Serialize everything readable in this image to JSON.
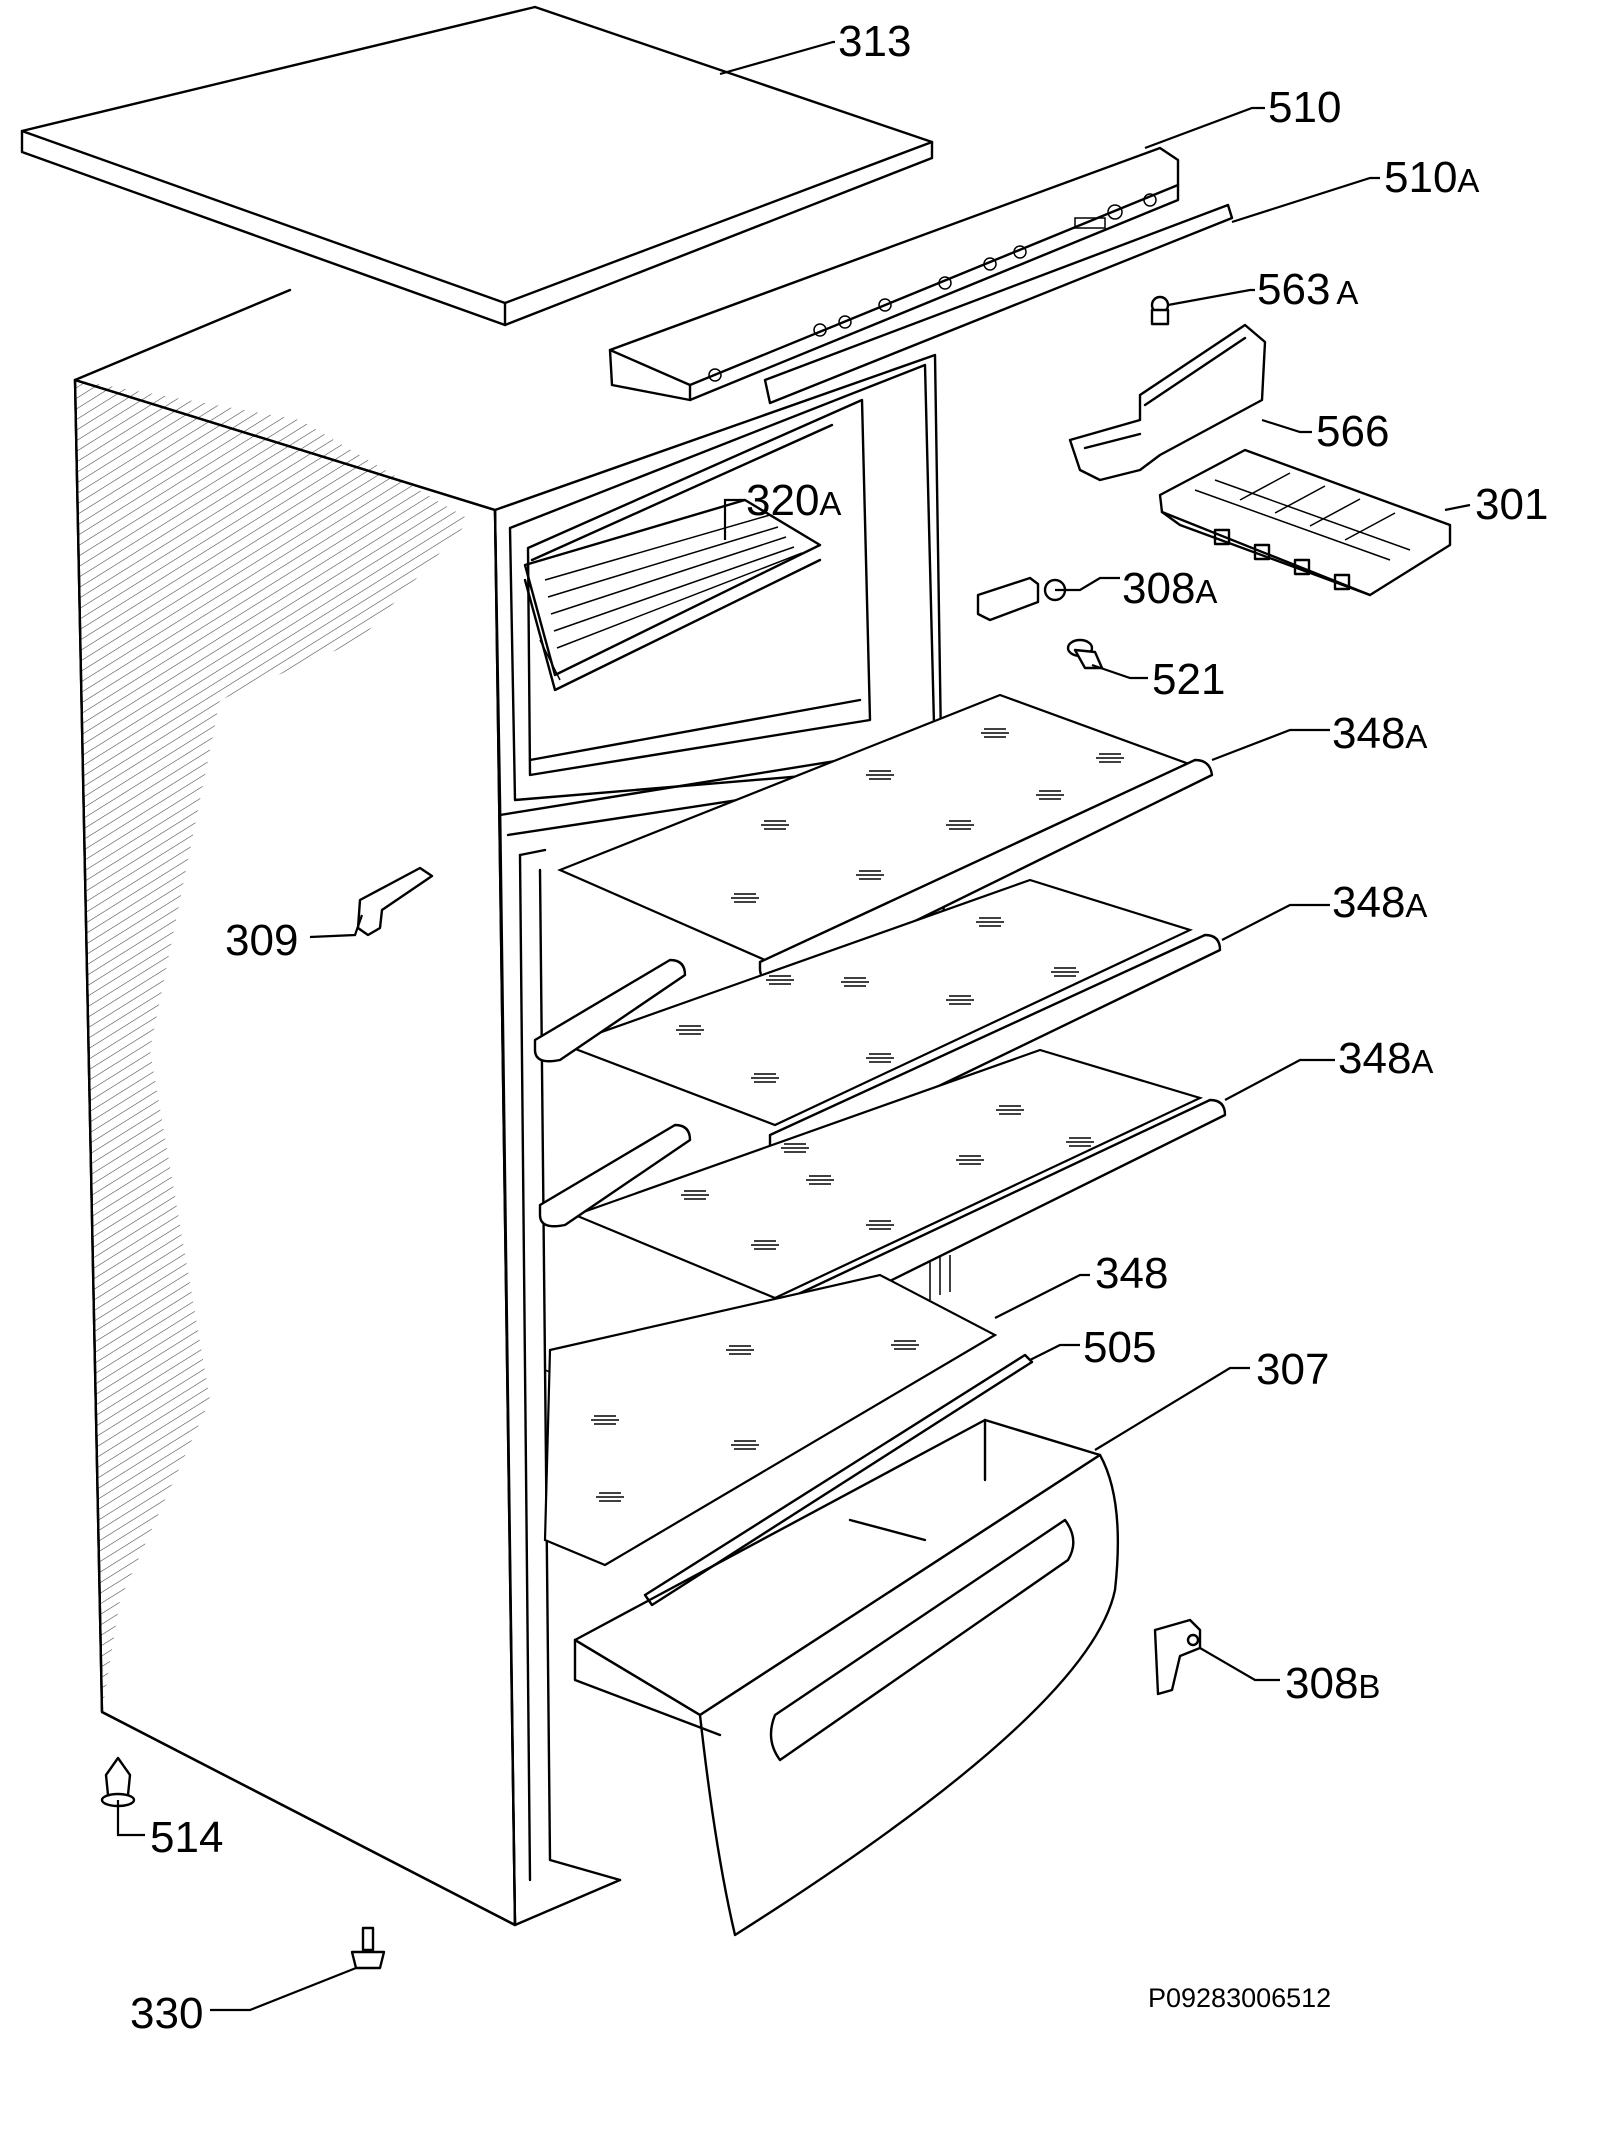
{
  "parts": [
    {
      "id": "p313",
      "number": "313",
      "suffix": ""
    },
    {
      "id": "p510",
      "number": "510",
      "suffix": ""
    },
    {
      "id": "p510a",
      "number": "510",
      "suffix": "A"
    },
    {
      "id": "p563a",
      "number": "563",
      "suffix": "A"
    },
    {
      "id": "p566",
      "number": "566",
      "suffix": ""
    },
    {
      "id": "p301",
      "number": "301",
      "suffix": ""
    },
    {
      "id": "p320a",
      "number": "320",
      "suffix": "A"
    },
    {
      "id": "p308a",
      "number": "308",
      "suffix": "A"
    },
    {
      "id": "p521",
      "number": "521",
      "suffix": ""
    },
    {
      "id": "p348a1",
      "number": "348",
      "suffix": "A"
    },
    {
      "id": "p348a2",
      "number": "348",
      "suffix": "A"
    },
    {
      "id": "p348a3",
      "number": "348",
      "suffix": "A"
    },
    {
      "id": "p309",
      "number": "309",
      "suffix": ""
    },
    {
      "id": "p348",
      "number": "348",
      "suffix": ""
    },
    {
      "id": "p505",
      "number": "505",
      "suffix": ""
    },
    {
      "id": "p307",
      "number": "307",
      "suffix": ""
    },
    {
      "id": "p308b",
      "number": "308",
      "suffix": "B"
    },
    {
      "id": "p514",
      "number": "514",
      "suffix": ""
    },
    {
      "id": "p330",
      "number": "330",
      "suffix": ""
    }
  ],
  "drawing_code": "P09283006512"
}
